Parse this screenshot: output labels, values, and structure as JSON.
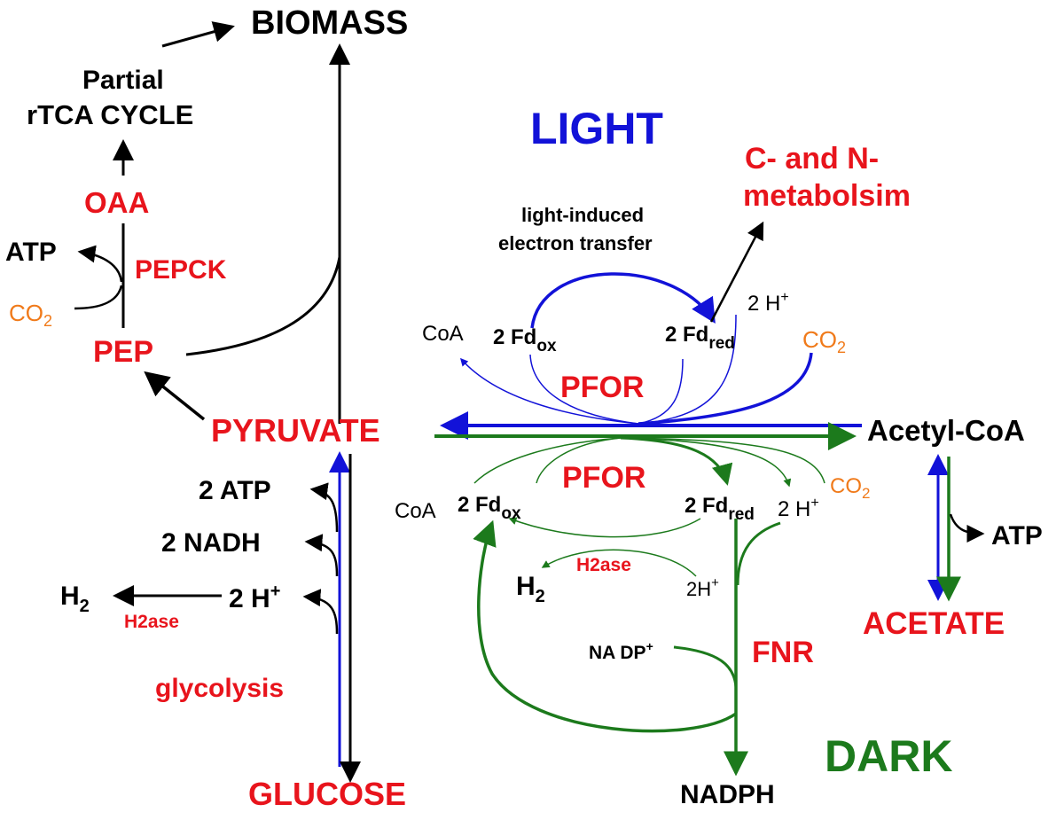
{
  "colors": {
    "red": "#e8141c",
    "blue": "#1212d8",
    "green": "#1c7a1c",
    "orange": "#f07a1a",
    "black": "#000000"
  },
  "labels": {
    "biomass": "BIOMASS",
    "partial": "Partial",
    "rtca_cycle": "rTCA CYCLE",
    "oaa": "OAA",
    "atp_top": "ATP",
    "pepck": "PEPCK",
    "co2_left": "CO",
    "co2_sub": "2",
    "pep": "PEP",
    "pyruvate": "PYRUVATE",
    "two_atp": "2 ATP",
    "two_nadh": "2 NADH",
    "two_h": "2 H",
    "plus": "+",
    "h2": "H",
    "h2_sub": "2",
    "h2ase": "H2ase",
    "glycolysis": "glycolysis",
    "glucose": "GLUCOSE",
    "light": "LIGHT",
    "c_n_line1": "C- and N-",
    "c_n_line2": "metabolsim",
    "electron_line1": "light-induced",
    "electron_line2": "electron transfer",
    "two_h_plus_top": "2 H",
    "coa": "CoA",
    "two_fd": "2 Fd",
    "ox": "ox",
    "red": "red",
    "co2": "CO",
    "pfor": "PFOR",
    "acetyl_coa": "Acetyl-CoA",
    "atp_right": "ATP",
    "acetate": "ACETATE",
    "two_h_small": "2H",
    "nadp": "NA DP",
    "fnr": "FNR",
    "nadph": "NADPH",
    "dark": "DARK"
  }
}
